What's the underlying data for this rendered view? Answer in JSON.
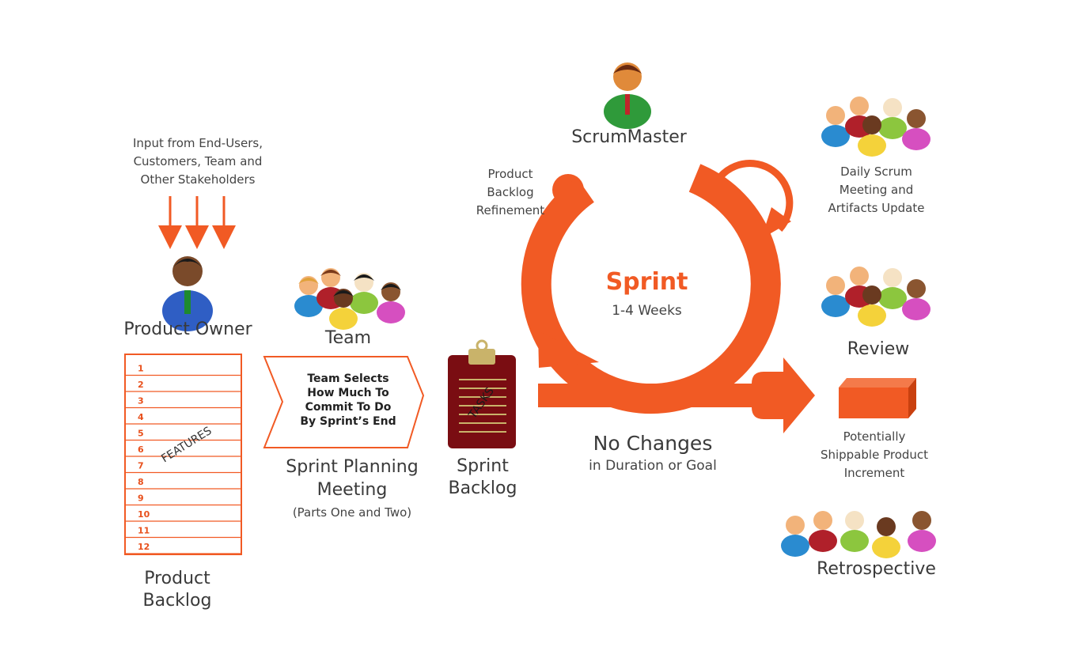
{
  "colors": {
    "accent": "#f15a24",
    "text": "#3a3a3a",
    "clipboard": "#7a0d12",
    "clip_metal": "#c9b36a"
  },
  "input_note": {
    "line1": "Input from End-Users,",
    "line2": "Customers, Team and",
    "line3": "Other Stakeholders"
  },
  "product_owner": {
    "label": "Product Owner"
  },
  "product_backlog": {
    "rows": [
      "1",
      "2",
      "3",
      "4",
      "5",
      "6",
      "7",
      "8",
      "9",
      "10",
      "11",
      "12"
    ],
    "stamp": "FEATURES",
    "line1": "Product",
    "line2": "Backlog"
  },
  "team": {
    "label": "Team"
  },
  "planning": {
    "chevron_line1": "Team Selects",
    "chevron_line2": "How Much To",
    "chevron_line3": "Commit To Do",
    "chevron_line4": "By Sprint’s End",
    "title_line1": "Sprint Planning",
    "title_line2": "Meeting",
    "subtitle": "(Parts One and Two)"
  },
  "sprint_backlog": {
    "stamp": "TASKS",
    "line1": "Sprint",
    "line2": "Backlog"
  },
  "scrummaster": {
    "label": "ScrumMaster"
  },
  "refinement": {
    "line1": "Product",
    "line2": "Backlog",
    "line3": "Refinement"
  },
  "sprint": {
    "title": "Sprint",
    "duration": "1-4 Weeks"
  },
  "no_changes": {
    "title": "No Changes",
    "subtitle": "in Duration or Goal"
  },
  "daily_scrum": {
    "line1": "Daily Scrum",
    "line2": "Meeting and",
    "line3": "Artifacts Update"
  },
  "review": {
    "label": "Review"
  },
  "increment": {
    "line1": "Potentially",
    "line2": "Shippable Product",
    "line3": "Increment"
  },
  "retrospective": {
    "label": "Retrospective"
  }
}
